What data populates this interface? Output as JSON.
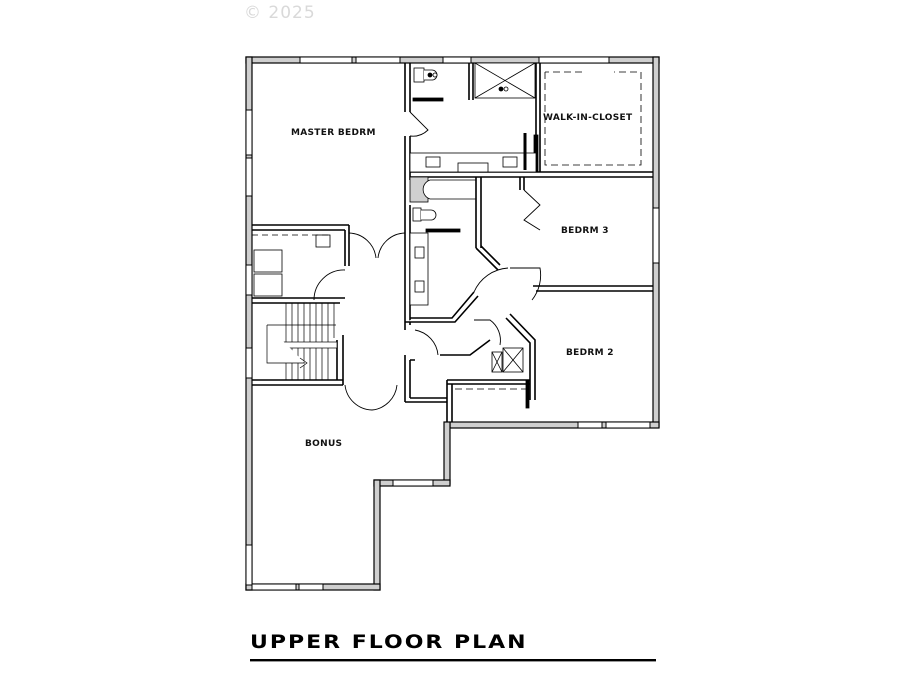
{
  "watermark": {
    "copyright": "© 2025"
  },
  "plan": {
    "title": "UPPER FLOOR PLAN",
    "wall_fill_color": "#cfcfcf",
    "wall_stroke_color": "#000000",
    "rooms": [
      {
        "id": "master-bedroom",
        "label": "MASTER BEDRM"
      },
      {
        "id": "walk-in-closet",
        "label": "WALK-IN-CLOSET"
      },
      {
        "id": "bedroom-3",
        "label": "BEDRM 3"
      },
      {
        "id": "bedroom-2",
        "label": "BEDRM 2"
      },
      {
        "id": "bonus",
        "label": "BONUS"
      }
    ]
  }
}
